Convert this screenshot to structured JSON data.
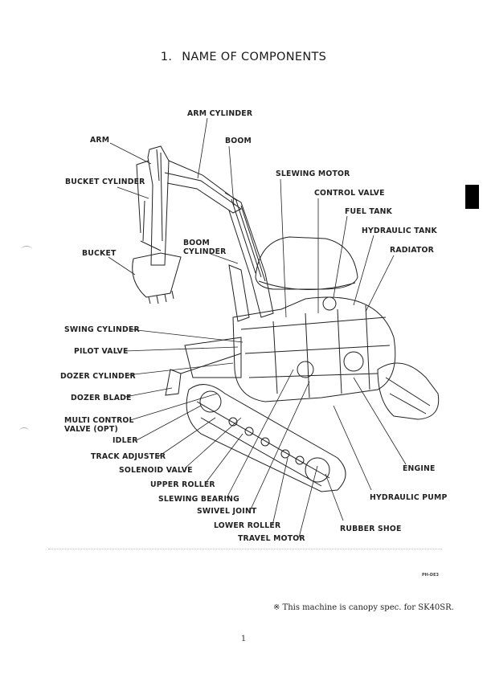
{
  "page": {
    "section_number": "1.",
    "title": "NAME OF COMPONENTS",
    "doc_code": "PH-DE3",
    "note": "※ This machine is canopy spec. for SK40SR.",
    "page_number": "1"
  },
  "labels": {
    "arm_cylinder": "ARM CYLINDER",
    "arm": "ARM",
    "boom": "BOOM",
    "bucket_cylinder": "BUCKET CYLINDER",
    "slewing_motor": "SLEWING MOTOR",
    "control_valve": "CONTROL VALVE",
    "fuel_tank": "FUEL TANK",
    "hydraulic_tank": "HYDRAULIC TANK",
    "radiator": "RADIATOR",
    "bucket": "BUCKET",
    "boom_cylinder": "BOOM\nCYLINDER",
    "swing_cylinder": "SWING CYLINDER",
    "pilot_valve": "PILOT VALVE",
    "dozer_cylinder": "DOZER CYLINDER",
    "dozer_blade": "DOZER BLADE",
    "multi_control_valve": "MULTI CONTROL\nVALVE (OPT)",
    "idler": "IDLER",
    "track_adjuster": "TRACK ADJUSTER",
    "solenoid_valve": "SOLENOID VALVE",
    "upper_roller": "UPPER ROLLER",
    "slewing_bearing": "SLEWING BEARING",
    "swivel_joint": "SWIVEL JOINT",
    "lower_roller": "LOWER ROLLER",
    "travel_motor": "TRAVEL MOTOR",
    "engine": "ENGINE",
    "hydraulic_pump": "HYDRAULIC PUMP",
    "rubber_shoe": "RUBBER SHOE"
  }
}
